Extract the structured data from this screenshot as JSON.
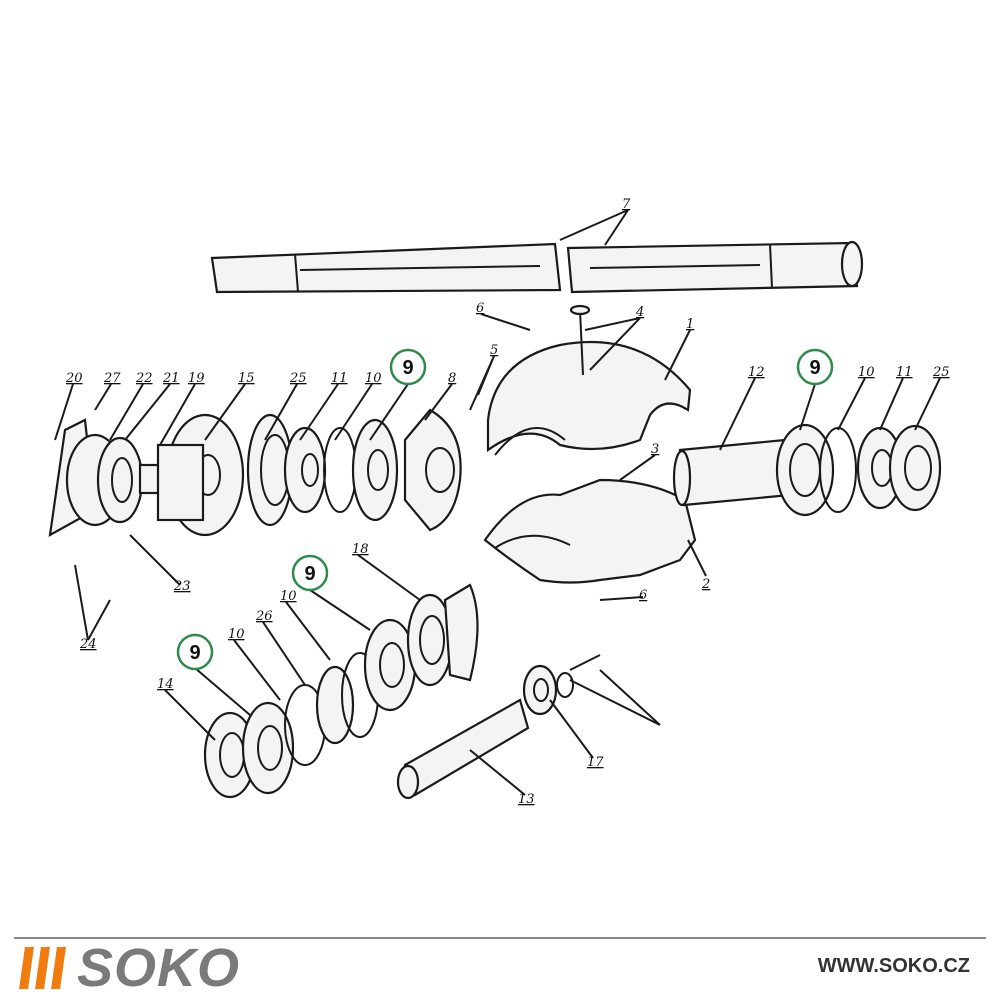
{
  "diagram": {
    "labels": [
      "7",
      "6",
      "4",
      "1",
      "5",
      "20",
      "27",
      "22",
      "21",
      "19",
      "15",
      "25",
      "11",
      "10",
      "8",
      "12",
      "10",
      "11",
      "25",
      "3",
      "2",
      "23",
      "24",
      "6",
      "18",
      "10",
      "26",
      "10",
      "14",
      "17",
      "13"
    ],
    "highlighted_labels": [
      "9",
      "9",
      "9",
      "9"
    ],
    "highlight_color": "#2e8b4a"
  },
  "footer": {
    "brand": "SOKO",
    "brand_bar_color": "#f07c10",
    "url": "WWW.SOKO.CZ"
  }
}
